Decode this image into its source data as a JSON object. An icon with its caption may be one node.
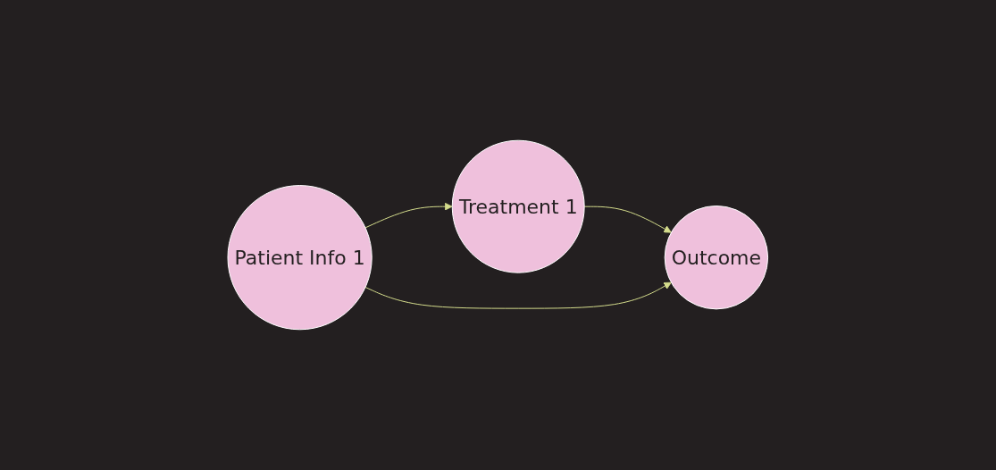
{
  "diagram": {
    "nodes": [
      {
        "text": [
          "Patient Info 1"
        ]
      },
      {
        "text": [
          "Treatment 1"
        ]
      },
      {
        "text": [
          "Outcome"
        ]
      }
    ],
    "edges": [
      {
        "from": 0,
        "to": 1,
        "arrow": "to"
      },
      {
        "from": 1,
        "to": 2,
        "arrow": "to"
      },
      {
        "from": 0,
        "to": 2,
        "arrow": "to"
      }
    ]
  }
}
